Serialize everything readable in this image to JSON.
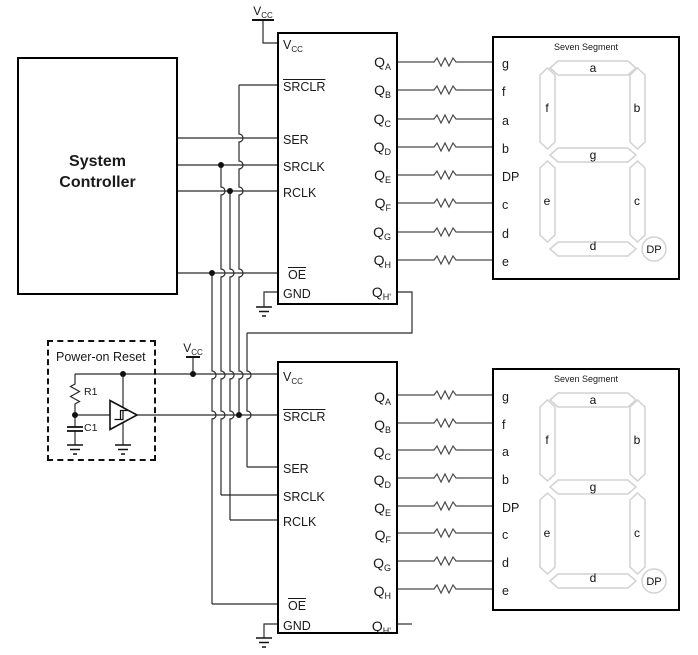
{
  "system_controller": {
    "line1": "System",
    "line2": "Controller"
  },
  "power_on_reset": {
    "title": "Power-on Reset",
    "resistor_ref": "R1",
    "capacitor_ref": "C1"
  },
  "power_labels": {
    "vcc_main": "V",
    "vcc_sub": "CC"
  },
  "shift_register": {
    "vcc_main": "V",
    "vcc_sub": "CC",
    "srclr": "SRCLR",
    "ser": "SER",
    "srclk": "SRCLK",
    "rclk": "RCLK",
    "oe": "OE",
    "gnd": "GND",
    "q_main": "Q",
    "q_subs": [
      "A",
      "B",
      "C",
      "D",
      "E",
      "F",
      "G",
      "H"
    ],
    "serial_out_sub": "H'"
  },
  "seven_segment_display": {
    "title": "Seven Segment",
    "input_pins": [
      "g",
      "f",
      "a",
      "b",
      "DP",
      "c",
      "d",
      "e"
    ],
    "segment_labels": {
      "a": "a",
      "b": "b",
      "c": "c",
      "d": "d",
      "e": "e",
      "f": "f",
      "g": "g",
      "dp": "DP"
    }
  },
  "colors": {
    "wire": "#2b2b2b",
    "box_border": "#000000",
    "segment_outline": "#d2d2d2",
    "text": "#1a1a1a"
  }
}
